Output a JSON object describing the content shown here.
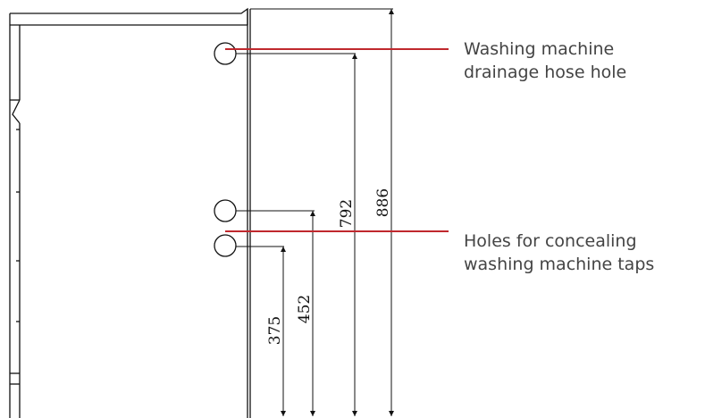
{
  "callouts": {
    "drain_hose": {
      "line1": "Washing machine",
      "line2": "drainage hose hole"
    },
    "taps": {
      "line1": "Holes for concealing",
      "line2": "washing machine taps"
    }
  },
  "dimensions": {
    "d375": "375",
    "d452": "452",
    "d792": "792",
    "d886": "886"
  },
  "colors": {
    "leader_line": "#c0282d",
    "drawing_line": "#111111",
    "callout_text": "#444444"
  }
}
